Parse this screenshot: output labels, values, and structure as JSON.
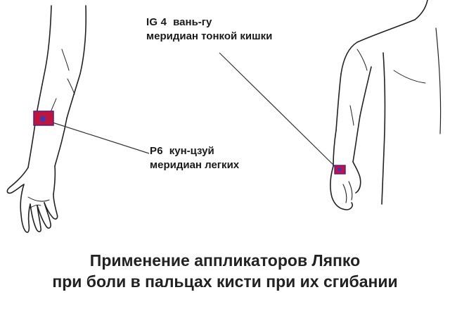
{
  "colors": {
    "applicator_fill": "#c0143c",
    "applicator_border": "#5a1a8a",
    "applicator_dot": "#3a3ab8",
    "line": "#333333",
    "outline": "#222222"
  },
  "point_ig4": {
    "code": "IG 4",
    "name": "вань-гу",
    "meridian": "меридиан тонкой кишки"
  },
  "point_p6": {
    "code": "P6",
    "name": "кун-цзуй",
    "meridian": "меридиан легких"
  },
  "caption": {
    "line1": "Применение аппликаторов Ляпко",
    "line2": "при боли в пальцах кисти при их сгибании"
  }
}
